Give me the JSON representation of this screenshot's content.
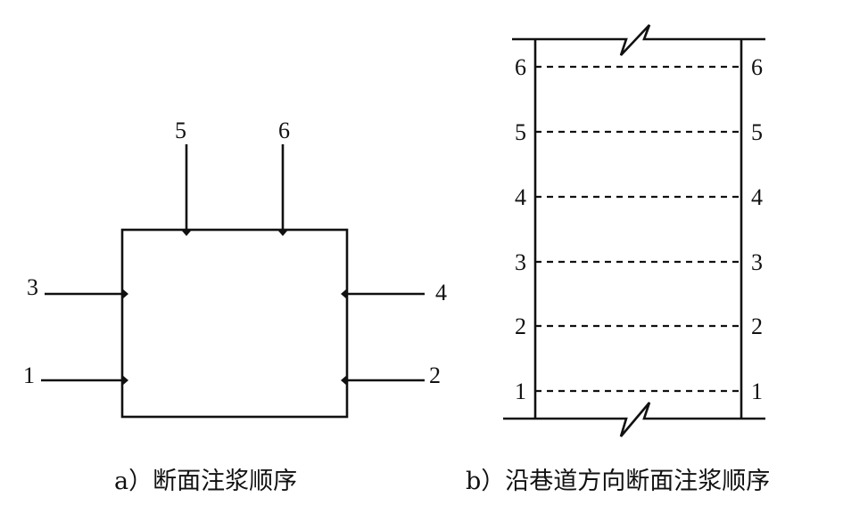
{
  "diagram_a": {
    "caption": "a）断面注浆顺序",
    "pipes": [
      {
        "id": "1",
        "label": "1"
      },
      {
        "id": "2",
        "label": "2"
      },
      {
        "id": "3",
        "label": "3"
      },
      {
        "id": "4",
        "label": "4"
      },
      {
        "id": "5",
        "label": "5"
      },
      {
        "id": "6",
        "label": "6"
      }
    ]
  },
  "diagram_b": {
    "caption": "b）沿巷道方向断面注浆顺序",
    "rows": [
      {
        "label": "1"
      },
      {
        "label": "2"
      },
      {
        "label": "3"
      },
      {
        "label": "4"
      },
      {
        "label": "5"
      },
      {
        "label": "6"
      }
    ]
  }
}
